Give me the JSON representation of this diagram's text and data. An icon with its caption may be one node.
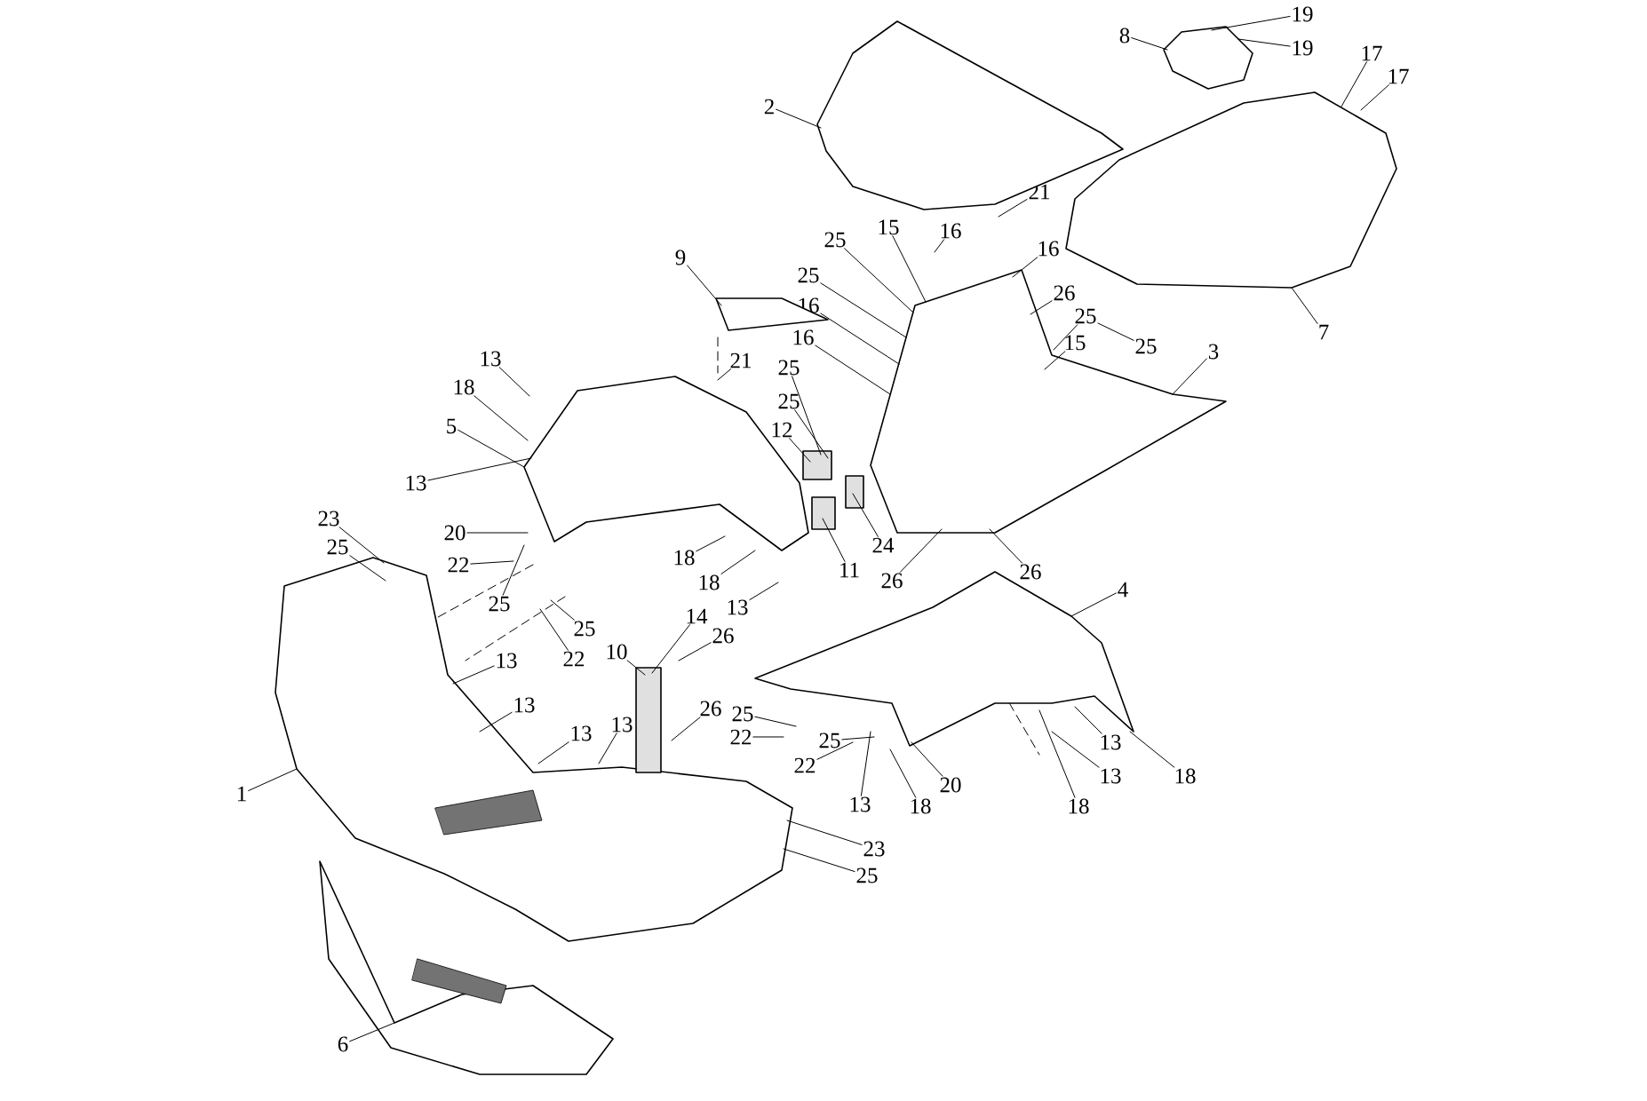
{
  "diagram": {
    "nodes": [
      {
        "text": [
          "19"
        ]
      },
      {
        "text": [
          "19"
        ]
      },
      {
        "text": [
          "8"
        ]
      },
      {
        "text": [
          "17"
        ]
      },
      {
        "text": [
          "17"
        ]
      },
      {
        "text": [
          "2"
        ]
      },
      {
        "text": [
          "21"
        ]
      },
      {
        "text": [
          "16"
        ]
      },
      {
        "text": [
          "16"
        ]
      },
      {
        "text": [
          "25"
        ]
      },
      {
        "text": [
          "25"
        ]
      },
      {
        "text": [
          "15"
        ]
      },
      {
        "text": [
          "26"
        ]
      },
      {
        "text": [
          "16"
        ]
      },
      {
        "text": [
          "16"
        ]
      },
      {
        "text": [
          "25"
        ]
      },
      {
        "text": [
          "15"
        ]
      },
      {
        "text": [
          "25"
        ]
      },
      {
        "text": [
          "3"
        ]
      },
      {
        "text": [
          "7"
        ]
      },
      {
        "text": [
          "9"
        ]
      },
      {
        "text": [
          "13"
        ]
      },
      {
        "text": [
          "18"
        ]
      },
      {
        "text": [
          "21"
        ]
      },
      {
        "text": [
          "5"
        ]
      },
      {
        "text": [
          "25"
        ]
      },
      {
        "text": [
          "25"
        ]
      },
      {
        "text": [
          "12"
        ]
      },
      {
        "text": [
          "13"
        ]
      },
      {
        "text": [
          "23"
        ]
      },
      {
        "text": [
          "25"
        ]
      },
      {
        "text": [
          "20"
        ]
      },
      {
        "text": [
          "22"
        ]
      },
      {
        "text": [
          "25"
        ]
      },
      {
        "text": [
          "22"
        ]
      },
      {
        "text": [
          "25"
        ]
      },
      {
        "text": [
          "18"
        ]
      },
      {
        "text": [
          "18"
        ]
      },
      {
        "text": [
          "13"
        ]
      },
      {
        "text": [
          "11"
        ]
      },
      {
        "text": [
          "24"
        ]
      },
      {
        "text": [
          "26"
        ]
      },
      {
        "text": [
          "26"
        ]
      },
      {
        "text": [
          "4"
        ]
      },
      {
        "text": [
          "14"
        ]
      },
      {
        "text": [
          "26"
        ]
      },
      {
        "text": [
          "10"
        ]
      },
      {
        "text": [
          "26"
        ]
      },
      {
        "text": [
          "25"
        ]
      },
      {
        "text": [
          "22"
        ]
      },
      {
        "text": [
          "25"
        ]
      },
      {
        "text": [
          "22"
        ]
      },
      {
        "text": [
          "13"
        ]
      },
      {
        "text": [
          "18"
        ]
      },
      {
        "text": [
          "20"
        ]
      },
      {
        "text": [
          "13"
        ]
      },
      {
        "text": [
          "13"
        ]
      },
      {
        "text": [
          "18"
        ]
      },
      {
        "text": [
          "18"
        ]
      },
      {
        "text": [
          "23"
        ]
      },
      {
        "text": [
          "25"
        ]
      },
      {
        "text": [
          "13"
        ]
      },
      {
        "text": [
          "13"
        ]
      },
      {
        "text": [
          "13"
        ]
      },
      {
        "text": [
          "13"
        ]
      },
      {
        "text": [
          "1"
        ]
      },
      {
        "text": [
          "6"
        ]
      },
      {
        "text": [],
        "shape": "picture"
      },
      {
        "text": [],
        "shape": "picture"
      },
      {
        "text": [],
        "shape": "picture"
      },
      {
        "text": [],
        "shape": "picture"
      },
      {
        "text": [],
        "shape": "picture"
      },
      {
        "text": [],
        "shape": "picture"
      },
      {
        "text": [],
        "shape": "picture"
      },
      {
        "text": [],
        "shape": "picture"
      },
      {
        "text": [],
        "shape": "picture"
      },
      {
        "text": [],
        "shape": "box"
      },
      {
        "text": [],
        "shape": "box"
      },
      {
        "text": [],
        "shape": "box"
      },
      {
        "text": [],
        "shape": "box"
      }
    ],
    "edges": [
      {
        "from": 0,
        "to": 68,
        "arrow": "none"
      },
      {
        "from": 1,
        "to": 68,
        "arrow": "none"
      },
      {
        "from": 2,
        "to": 68,
        "arrow": "none"
      },
      {
        "from": 3,
        "to": 69,
        "arrow": "none"
      },
      {
        "from": 4,
        "to": 69,
        "arrow": "none"
      },
      {
        "from": 5,
        "to": 67,
        "arrow": "none"
      },
      {
        "from": 6,
        "to": null,
        "arrow": "none"
      },
      {
        "from": 7,
        "to": null,
        "arrow": "none"
      },
      {
        "from": 8,
        "to": 70,
        "arrow": "none"
      },
      {
        "from": 9,
        "to": 70,
        "arrow": "none"
      },
      {
        "from": 10,
        "to": 70,
        "arrow": "none"
      },
      {
        "from": 11,
        "to": 70,
        "arrow": "none"
      },
      {
        "from": 12,
        "to": 70,
        "arrow": "none"
      },
      {
        "from": 13,
        "to": 70,
        "arrow": "none"
      },
      {
        "from": 14,
        "to": 70,
        "arrow": "none"
      },
      {
        "from": 15,
        "to": 70,
        "arrow": "none"
      },
      {
        "from": 16,
        "to": 70,
        "arrow": "none"
      },
      {
        "from": 17,
        "to": 70,
        "arrow": "none"
      },
      {
        "from": 18,
        "to": 70,
        "arrow": "none"
      },
      {
        "from": 19,
        "to": 69,
        "arrow": "none"
      },
      {
        "from": 20,
        "to": 71,
        "arrow": "none"
      },
      {
        "from": 21,
        "to": 72,
        "arrow": "none"
      },
      {
        "from": 22,
        "to": 72,
        "arrow": "none"
      },
      {
        "from": 23,
        "to": 72,
        "arrow": "none"
      },
      {
        "from": 24,
        "to": 72,
        "arrow": "none"
      },
      {
        "from": 25,
        "to": 78,
        "arrow": "none"
      },
      {
        "from": 26,
        "to": 78,
        "arrow": "none"
      },
      {
        "from": 27,
        "to": 78,
        "arrow": "none"
      },
      {
        "from": 28,
        "to": 72,
        "arrow": "none"
      },
      {
        "from": 29,
        "to": 74,
        "arrow": "none"
      },
      {
        "from": 30,
        "to": 74,
        "arrow": "none"
      },
      {
        "from": 31,
        "to": 72,
        "arrow": "none"
      },
      {
        "from": 32,
        "to": 74,
        "arrow": "none"
      },
      {
        "from": 33,
        "to": 72,
        "arrow": "none"
      },
      {
        "from": 34,
        "to": 74,
        "arrow": "none"
      },
      {
        "from": 35,
        "to": 74,
        "arrow": "none"
      },
      {
        "from": 36,
        "to": 72,
        "arrow": "none"
      },
      {
        "from": 37,
        "to": 72,
        "arrow": "none"
      },
      {
        "from": 38,
        "to": 74,
        "arrow": "none"
      },
      {
        "from": 39,
        "to": 77,
        "arrow": "none"
      },
      {
        "from": 40,
        "to": 79,
        "arrow": "none"
      },
      {
        "from": 41,
        "to": 70,
        "arrow": "none"
      },
      {
        "from": 42,
        "to": 70,
        "arrow": "none"
      },
      {
        "from": 43,
        "to": 73,
        "arrow": "none"
      },
      {
        "from": 44,
        "to": 76,
        "arrow": "none"
      },
      {
        "from": 45,
        "to": 74,
        "arrow": "none"
      },
      {
        "from": 46,
        "to": 76,
        "arrow": "none"
      },
      {
        "from": 47,
        "to": 74,
        "arrow": "none"
      },
      {
        "from": 48,
        "to": 73,
        "arrow": "none"
      },
      {
        "from": 49,
        "to": 73,
        "arrow": "none"
      },
      {
        "from": 50,
        "to": 73,
        "arrow": "none"
      },
      {
        "from": 51,
        "to": 73,
        "arrow": "none"
      },
      {
        "from": 52,
        "to": 73,
        "arrow": "none"
      },
      {
        "from": 53,
        "to": 73,
        "arrow": "none"
      },
      {
        "from": 54,
        "to": 73,
        "arrow": "none"
      },
      {
        "from": 55,
        "to": 73,
        "arrow": "none"
      },
      {
        "from": 56,
        "to": 73,
        "arrow": "none"
      },
      {
        "from": 57,
        "to": 73,
        "arrow": "none"
      },
      {
        "from": 58,
        "to": 73,
        "arrow": "none"
      },
      {
        "from": 59,
        "to": 74,
        "arrow": "none"
      },
      {
        "from": 60,
        "to": 74,
        "arrow": "none"
      },
      {
        "from": 61,
        "to": 74,
        "arrow": "none"
      },
      {
        "from": 62,
        "to": 74,
        "arrow": "none"
      },
      {
        "from": 63,
        "to": 74,
        "arrow": "none"
      },
      {
        "from": 64,
        "to": 74,
        "arrow": "none"
      },
      {
        "from": 65,
        "to": 74,
        "arrow": "none"
      },
      {
        "from": 66,
        "to": 75,
        "arrow": "none"
      }
    ]
  }
}
